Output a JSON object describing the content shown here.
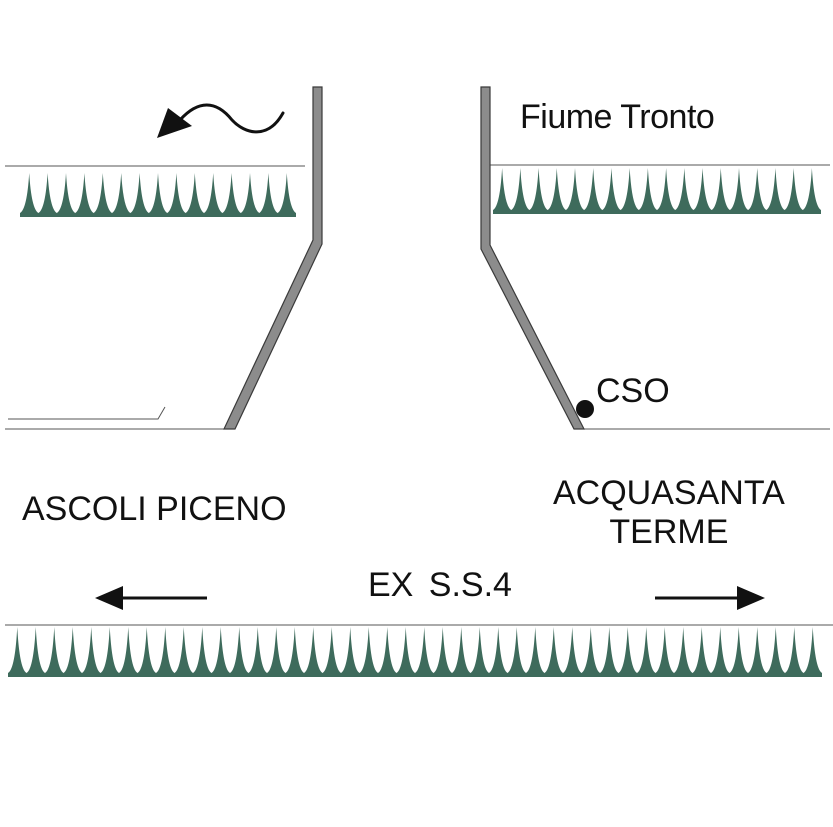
{
  "labels": {
    "river": "Fiume Tronto",
    "cso": "CSO",
    "ascoli": "ASCOLI PICENO",
    "acquasanta_line1": "ACQUASANTA",
    "acquasanta_line2": "TERME",
    "road": "EX  S.S.4"
  },
  "icons": {
    "flow_arrow": "curved-arrow-left-icon",
    "direction_left": "arrow-left-icon",
    "direction_right": "arrow-right-icon",
    "cso_marker": "dot-marker-icon",
    "vegetation": "grass-spikes"
  },
  "colors": {
    "vegetation": "#3e6b5c",
    "wall_fill": "#8c8c8c",
    "wall_stroke": "#3a3a3a",
    "line": "#555555",
    "text": "#111111"
  }
}
